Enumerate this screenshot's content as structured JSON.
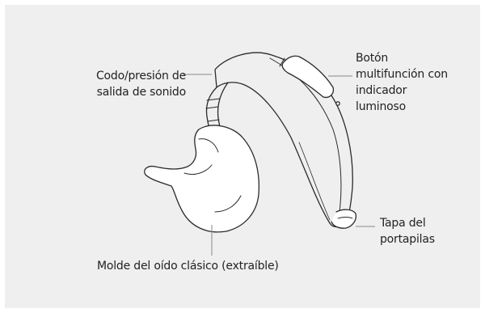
{
  "labels": {
    "codo": {
      "lines": [
        "Codo/presión de",
        "salida de sonido"
      ]
    },
    "boton": {
      "lines": [
        "Botón",
        "multifunción con",
        "indicador",
        "luminoso"
      ]
    },
    "tapa": {
      "lines": [
        "Tapa del",
        "portapilas"
      ]
    },
    "molde": {
      "lines": [
        "Molde del oído clásico (extraíble)"
      ]
    }
  }
}
